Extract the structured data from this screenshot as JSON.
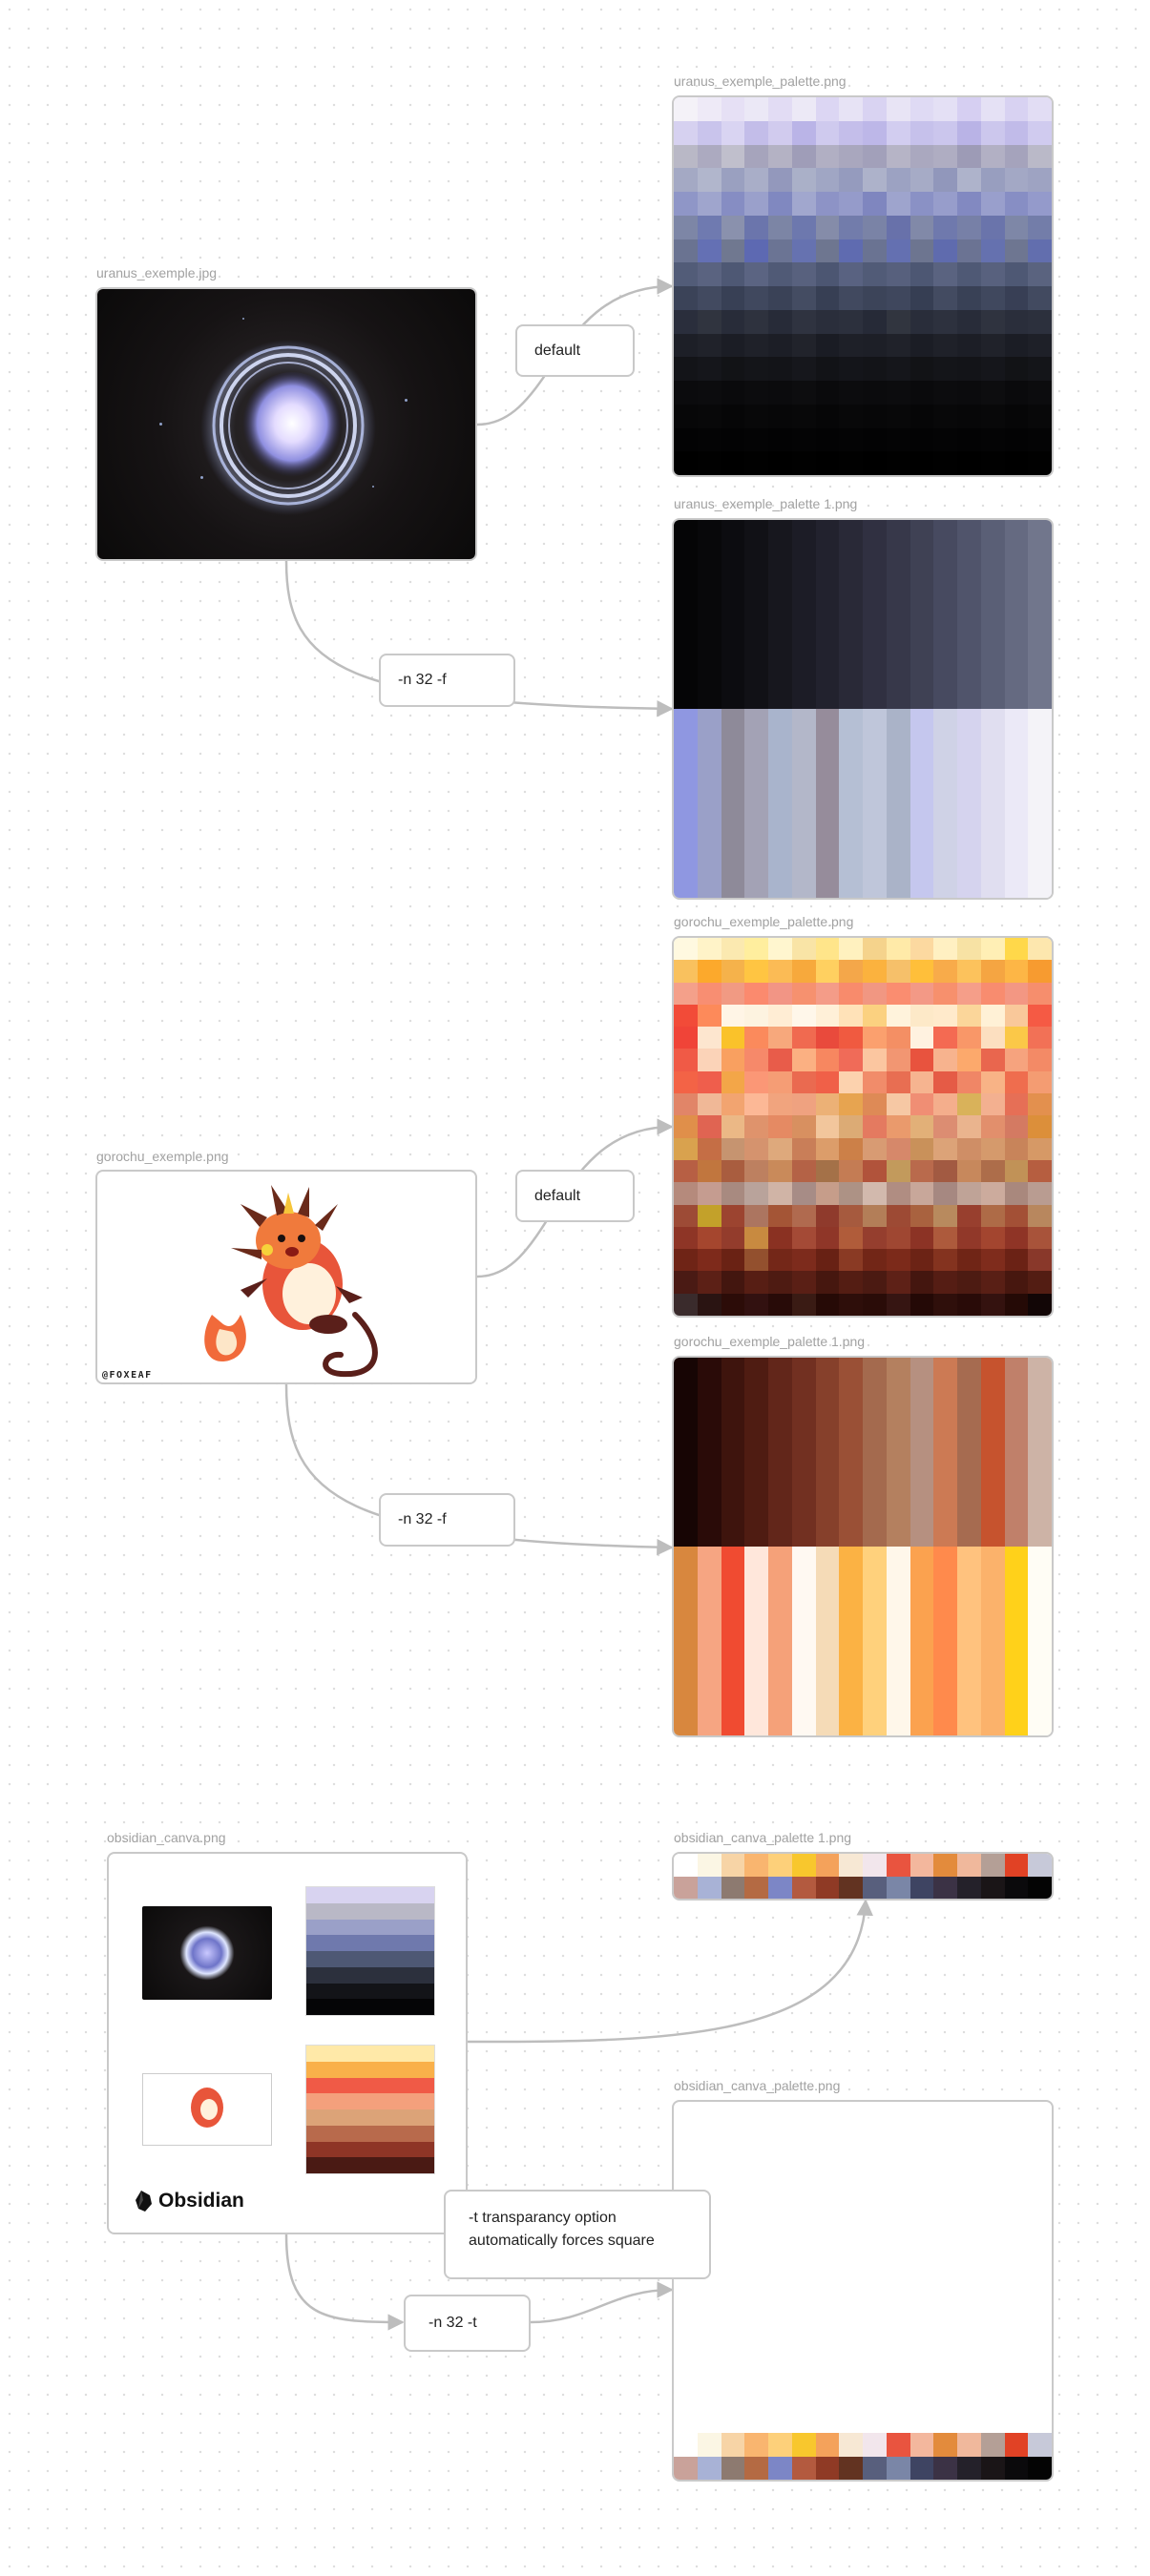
{
  "canvas": {
    "nodes": {
      "uranus_source": {
        "label": "uranus_exemple.jpg"
      },
      "uranus_palette": {
        "label": "uranus_exemple_palette.png"
      },
      "uranus_palette_1": {
        "label": "uranus_exemple_palette 1.png"
      },
      "gorochu_source": {
        "label": "gorochu_exemple.png",
        "watermark": "@FOXEAF"
      },
      "gorochu_palette": {
        "label": "gorochu_exemple_palette.png"
      },
      "gorochu_palette_1": {
        "label": "gorochu_exemple_palette 1.png"
      },
      "obsidian_source": {
        "label": "obsidian_canva.png",
        "logo_text": "Obsidian"
      },
      "obsidian_palette_1": {
        "label": "obsidian_canva_palette 1.png"
      },
      "obsidian_palette": {
        "label": "obsidian_canva_palette.png"
      }
    },
    "text_nodes": {
      "default_1": "default",
      "n32f_1": "-n 32 -f",
      "default_2": "default",
      "n32f_2": "-n 32 -f",
      "n32t": "-n 32 -t",
      "note_line1": "-t transparancy option",
      "note_line2": "automatically forces square"
    }
  },
  "palettes": {
    "uranus_palette_grid": {
      "cols": 16,
      "rows": [
        [
          "#f4f2f8",
          "#eeeaf7",
          "#e6e0f5",
          "#ebe8f6",
          "#e2dcf4",
          "#ece9f6",
          "#dcd6f3",
          "#e7e3f5",
          "#d9d3f2",
          "#e8e4f5",
          "#dfdaf4",
          "#e4e0f5",
          "#d6cff2",
          "#e5e1f5",
          "#d8d2f2",
          "#e2ddf4"
        ],
        [
          "#d6d1f0",
          "#c9c4ec",
          "#d9d4f2",
          "#c3bde9",
          "#d1cbee",
          "#bab4e7",
          "#cfcaee",
          "#c4beea",
          "#bdb7e8",
          "#d2cdf0",
          "#c6c1eb",
          "#cbc6ed",
          "#b9b3e6",
          "#ccc7ed",
          "#c1bbe9",
          "#d0cbef"
        ],
        [
          "#b9b8c6",
          "#acaac0",
          "#c0bfcc",
          "#a6a4bc",
          "#b4b2c4",
          "#9f9db8",
          "#b1afc3",
          "#a9a7be",
          "#a2a0ba",
          "#b6b4c6",
          "#aaa8bf",
          "#afadc2",
          "#9d9bb6",
          "#b2b0c4",
          "#a5a3bc",
          "#bab9c8"
        ],
        [
          "#a4a9c4",
          "#b1b6cc",
          "#9aa0c0",
          "#a9aec8",
          "#9398bc",
          "#aab0c8",
          "#a0a6c4",
          "#959bbe",
          "#adb2ca",
          "#9ca2c2",
          "#a6abc6",
          "#9197bb",
          "#aeb3cb",
          "#989ebf",
          "#a3a8c5",
          "#9ea3c2"
        ],
        [
          "#8f96c7",
          "#9fa5cd",
          "#868dc3",
          "#9aa0cb",
          "#8088c0",
          "#a1a7ce",
          "#8d93c6",
          "#959bca",
          "#7f86bf",
          "#9ea4cd",
          "#8a91c5",
          "#979dcb",
          "#8289c1",
          "#999fcc",
          "#878ec4",
          "#949acb"
        ],
        [
          "#7d86a6",
          "#6f7ab0",
          "#8a91ad",
          "#6b75ac",
          "#7c85a5",
          "#6d78ae",
          "#858ca9",
          "#727cab",
          "#7a83a6",
          "#6871aa",
          "#8189a8",
          "#6f79ad",
          "#7780a7",
          "#6a74ab",
          "#7e87a7",
          "#737da9"
        ],
        [
          "#6a7391",
          "#6470b4",
          "#707890",
          "#5d69b2",
          "#6b7494",
          "#6672b0",
          "#6e7690",
          "#5f6bb0",
          "#6a7392",
          "#6470b1",
          "#6d7590",
          "#5f6bae",
          "#6b7393",
          "#6571af",
          "#6e7691",
          "#626eae"
        ],
        [
          "#525c78",
          "#5a6380",
          "#4e5874",
          "#5b6482",
          "#505a76",
          "#58617e",
          "#4c5672",
          "#596281",
          "#515b77",
          "#57607d",
          "#4d5773",
          "#5a6380",
          "#4f5975",
          "#58617e",
          "#4e5874",
          "#5a637f"
        ],
        [
          "#3b4358",
          "#424a60",
          "#384055",
          "#40485e",
          "#3a4257",
          "#444c62",
          "#373f54",
          "#41495f",
          "#3c4459",
          "#3f475d",
          "#363e53",
          "#434b61",
          "#394156",
          "#40485e",
          "#383f55",
          "#424a60"
        ],
        [
          "#2a2e3c",
          "#30343f",
          "#282c39",
          "#2e323e",
          "#272b38",
          "#2f3340",
          "#2a2e3b",
          "#2c303d",
          "#262a37",
          "#31353f",
          "#292d3a",
          "#2d313e",
          "#282c39",
          "#2f333f",
          "#2a2e3b",
          "#2c303d"
        ],
        [
          "#1d1f27",
          "#20222a",
          "#1b1d25",
          "#1f2129",
          "#1c1e26",
          "#21232b",
          "#1a1c24",
          "#1e2028",
          "#1d1f27",
          "#20222a",
          "#1b1d25",
          "#1f2129",
          "#1c1e26",
          "#20222a",
          "#1b1d25",
          "#1e2028"
        ],
        [
          "#131418",
          "#15161b",
          "#121316",
          "#141519",
          "#131418",
          "#16171c",
          "#121317",
          "#14151a",
          "#131418",
          "#15161b",
          "#121316",
          "#141519",
          "#131418",
          "#15161b",
          "#121316",
          "#141519"
        ],
        [
          "#0b0b0d",
          "#0c0c0e",
          "#0a0a0c",
          "#0c0c0e",
          "#0b0b0d",
          "#0d0d0f",
          "#0a0a0c",
          "#0c0c0e",
          "#0b0b0d",
          "#0c0c0e",
          "#0a0a0c",
          "#0c0c0e",
          "#0b0b0d",
          "#0d0d0f",
          "#0a0a0c",
          "#0c0c0e"
        ],
        [
          "#070708",
          "#080809",
          "#060607",
          "#080809",
          "#070708",
          "#080809",
          "#060607",
          "#080809",
          "#070708",
          "#080809",
          "#060607",
          "#080809",
          "#070708",
          "#080809",
          "#060607",
          "#080809"
        ],
        [
          "#030304",
          "#040405",
          "#030304",
          "#040405",
          "#030304",
          "#040405",
          "#030304",
          "#040405",
          "#030304",
          "#040405",
          "#030304",
          "#040405",
          "#030304",
          "#040405",
          "#030304",
          "#040405"
        ],
        [
          "#000000",
          "#010101",
          "#000000",
          "#010101",
          "#000000",
          "#010101",
          "#000000",
          "#010101",
          "#000000",
          "#010101",
          "#000000",
          "#010101",
          "#000000",
          "#010101",
          "#000000",
          "#010101"
        ]
      ]
    },
    "uranus_palette_1_bands": {
      "cols": 16,
      "rows": [
        [
          "#050506",
          "#08080a",
          "#0c0c10",
          "#111116",
          "#17171e",
          "#1c1c26",
          "#22222e",
          "#292937",
          "#303041",
          "#37384a",
          "#3f4154",
          "#474a60",
          "#50546b",
          "#5a5f76",
          "#656a81",
          "#71768c"
        ],
        [
          "#8f97e1",
          "#9aa0c8",
          "#8e8a99",
          "#a3a2b5",
          "#a9b4cc",
          "#b3b7c9",
          "#968c9b",
          "#b5bfd4",
          "#bfc6da",
          "#aab3c8",
          "#c5c7ee",
          "#cfd2e6",
          "#d5d3ee",
          "#e0def0",
          "#ebe9f7",
          "#f4f3f8"
        ]
      ]
    },
    "gorochu_palette_grid": {
      "cols": 16,
      "rows": [
        [
          "#fff9e0",
          "#fff3c8",
          "#fbe9b0",
          "#ffee9e",
          "#fff6cf",
          "#f9e4a6",
          "#ffe58a",
          "#fff1bf",
          "#f5d38c",
          "#ffeaa8",
          "#fcd9a0",
          "#fff0c2",
          "#f7e2a4",
          "#ffefb5",
          "#ffd84a",
          "#fde7ae"
        ],
        [
          "#f9c15e",
          "#fca92c",
          "#f5b24b",
          "#ffc542",
          "#fbbb55",
          "#f7a93c",
          "#ffd060",
          "#f4a74a",
          "#fbb23e",
          "#f6c06a",
          "#ffbf3a",
          "#f8ab4a",
          "#fcc25c",
          "#f5a542",
          "#fdb646",
          "#f79b30"
        ],
        [
          "#f4a08a",
          "#f88e72",
          "#f19a83",
          "#fb8a6e",
          "#f29585",
          "#f6916f",
          "#f49c88",
          "#f88b6c",
          "#f19782",
          "#fa8d70",
          "#f39986",
          "#f7906d",
          "#f59e89",
          "#f88c6f",
          "#f39783",
          "#f68e6d"
        ],
        [
          "#f24b38",
          "#fd8a5a",
          "#fff5e6",
          "#fdf3e0",
          "#ffedd4",
          "#fff7ea",
          "#fff0d8",
          "#ffe2b8",
          "#fbd180",
          "#fff3dc",
          "#fde9c8",
          "#ffeacb",
          "#fbd69a",
          "#fff1d6",
          "#f9c89a",
          "#f55a44"
        ],
        [
          "#f04438",
          "#fde6cf",
          "#fac22a",
          "#fb8a5c",
          "#f7a87c",
          "#f06a50",
          "#e94a3c",
          "#f05a40",
          "#fba06e",
          "#f48f64",
          "#fff2e0",
          "#f46a52",
          "#f99768",
          "#fcdfc0",
          "#fbc848",
          "#f27156"
        ],
        [
          "#f05a46",
          "#fbd3b8",
          "#f9a060",
          "#f6896a",
          "#e85c4a",
          "#fbb082",
          "#f78760",
          "#f06b58",
          "#fbc6a0",
          "#f29672",
          "#e8533e",
          "#f7b38e",
          "#fca96c",
          "#e9664e",
          "#f6a37e",
          "#f38a66"
        ],
        [
          "#f36346",
          "#ef5e4c",
          "#f3a648",
          "#fb9776",
          "#f59d75",
          "#ea6a50",
          "#f06048",
          "#fcd2ae",
          "#f18c6a",
          "#e86e52",
          "#f6b490",
          "#e55b46",
          "#f08666",
          "#f8b386",
          "#ef6d4e",
          "#f49c72"
        ],
        [
          "#e18568",
          "#f0b897",
          "#f2a470",
          "#fcb896",
          "#f1a47e",
          "#efa280",
          "#ecb176",
          "#e7a450",
          "#de8a56",
          "#f6c8a4",
          "#f08e74",
          "#f4ae8c",
          "#d9b25a",
          "#f3b090",
          "#e66f56",
          "#e3904e"
        ],
        [
          "#e08f4a",
          "#e06452",
          "#ebb886",
          "#df936c",
          "#e58a63",
          "#d89060",
          "#f2c69c",
          "#dcab75",
          "#e47a60",
          "#ea9a6c",
          "#e2b078",
          "#dc8d72",
          "#eab48e",
          "#e28f6c",
          "#d47a62",
          "#dc8f3a"
        ],
        [
          "#d9a24e",
          "#c56e45",
          "#c69470",
          "#d5936e",
          "#dea97c",
          "#c97e58",
          "#dc9d6a",
          "#cc8048",
          "#d89b73",
          "#d6886a",
          "#c9915a",
          "#dca378",
          "#cf8e66",
          "#d59a6c",
          "#c8845a",
          "#d69966"
        ],
        [
          "#b75f44",
          "#c1763e",
          "#a95d3f",
          "#bd8060",
          "#c98a5a",
          "#b46246",
          "#a47148",
          "#c47c54",
          "#b1533b",
          "#c29a5c",
          "#b96a4c",
          "#a25a42",
          "#c7885c",
          "#ad6d4a",
          "#c19257",
          "#b65e40"
        ],
        [
          "#b58a7c",
          "#c59c90",
          "#a88a80",
          "#b9a39b",
          "#d0b4a6",
          "#a78c86",
          "#c69d8a",
          "#ad9285",
          "#d2b9ad",
          "#b08d82",
          "#c8a79a",
          "#a68881",
          "#bfa397",
          "#ccab9d",
          "#a9887d",
          "#b99c91"
        ],
        [
          "#9d4b36",
          "#c3a12a",
          "#9c4430",
          "#ac7560",
          "#a45536",
          "#b06a4f",
          "#8f3a2c",
          "#a65a3e",
          "#b37e58",
          "#9d4a34",
          "#a9623f",
          "#b88a5e",
          "#983f2e",
          "#ae6b47",
          "#a35036",
          "#b8875e"
        ],
        [
          "#8e3526",
          "#a5462e",
          "#933c2c",
          "#c88a40",
          "#8a3122",
          "#a44a36",
          "#8f3628",
          "#b05c3a",
          "#953e2e",
          "#9f4732",
          "#8c3325",
          "#ad5a3c",
          "#913829",
          "#a3452f",
          "#8f3426",
          "#a8533a"
        ],
        [
          "#6f2416",
          "#7e2a1b",
          "#6a2214",
          "#93502e",
          "#742718",
          "#7d2b1c",
          "#682114",
          "#8a3a24",
          "#722617",
          "#7c2a1a",
          "#6c2315",
          "#84331f",
          "#702516",
          "#7f2c1c",
          "#6b2215",
          "#89382a"
        ],
        [
          "#4a1a14",
          "#5c2016",
          "#43160f",
          "#571e14",
          "#4e1b12",
          "#5a1f15",
          "#46170f",
          "#541d13",
          "#4b1a12",
          "#5e2117",
          "#44160f",
          "#551d14",
          "#4d1b12",
          "#591f15",
          "#47170f",
          "#531d13"
        ],
        [
          "#3a2b2c",
          "#2a1412",
          "#2c0c08",
          "#321110",
          "#280b08",
          "#3a1b14",
          "#260a06",
          "#2e0e0a",
          "#2a0c08",
          "#361512",
          "#240906",
          "#2f0f0b",
          "#290b08",
          "#34120f",
          "#250a06",
          "#120606"
        ]
      ]
    },
    "gorochu_palette_1_bands": {
      "cols": 16,
      "rows": [
        [
          "#170504",
          "#2a0b08",
          "#3e140d",
          "#4f1c12",
          "#62261a",
          "#723021",
          "#86402b",
          "#9a5036",
          "#a46a4e",
          "#b4805f",
          "#b69080",
          "#cc7a54",
          "#a66b50",
          "#c6532e",
          "#c0806a",
          "#cdb3a6"
        ],
        [
          "#d8873e",
          "#f6a582",
          "#f04b31",
          "#ffe7db",
          "#f5a179",
          "#fff9f2",
          "#f5dbb7",
          "#fbb244",
          "#ffd17c",
          "#fff7ea",
          "#fba24f",
          "#ff8a4c",
          "#ffc27e",
          "#fbb26b",
          "#ffd11a",
          "#fffdf5"
        ]
      ]
    },
    "obsidian_palette_1_strip": {
      "cols": 16,
      "rows": [
        [
          "#ffffff",
          "#fbf6e4",
          "#f7d4a6",
          "#f9b56f",
          "#fdd07a",
          "#f8c72d",
          "#f4a25b",
          "#f7e8d4",
          "#f2e6ec",
          "#e9543f",
          "#f3b79d",
          "#e38b3c",
          "#f0b89c",
          "#b49f96",
          "#e14225",
          "#c7c9d9"
        ],
        [
          "#c9a29a",
          "#a8b2d6",
          "#8d7a70",
          "#b46a43",
          "#7c86c6",
          "#b35a3f",
          "#8f3a25",
          "#623321",
          "#585f7d",
          "#7a86a7",
          "#3e4462",
          "#3b3245",
          "#24212a",
          "#1a1517",
          "#0b0a0c",
          "#040404"
        ]
      ]
    },
    "obsidian_palette_bottom": {
      "cols": 16,
      "rows": [
        [
          "#ffffff",
          "#fbf6e4",
          "#f7d4a6",
          "#f9b56f",
          "#fdd07a",
          "#f8c72d",
          "#f4a25b",
          "#f7e8d4",
          "#f2e6ec",
          "#e9543f",
          "#f3b79d",
          "#e38b3c",
          "#f0b89c",
          "#b49f96",
          "#e14225",
          "#c7c9d9"
        ],
        [
          "#c9a29a",
          "#a8b2d6",
          "#8d7a70",
          "#b46a43",
          "#7c86c6",
          "#b35a3f",
          "#8f3a25",
          "#623321",
          "#585f7d",
          "#7a86a7",
          "#3e4462",
          "#3b3245",
          "#24212a",
          "#1a1517",
          "#0b0a0c",
          "#040404"
        ]
      ]
    }
  },
  "edge_color": "#bdbdbd"
}
